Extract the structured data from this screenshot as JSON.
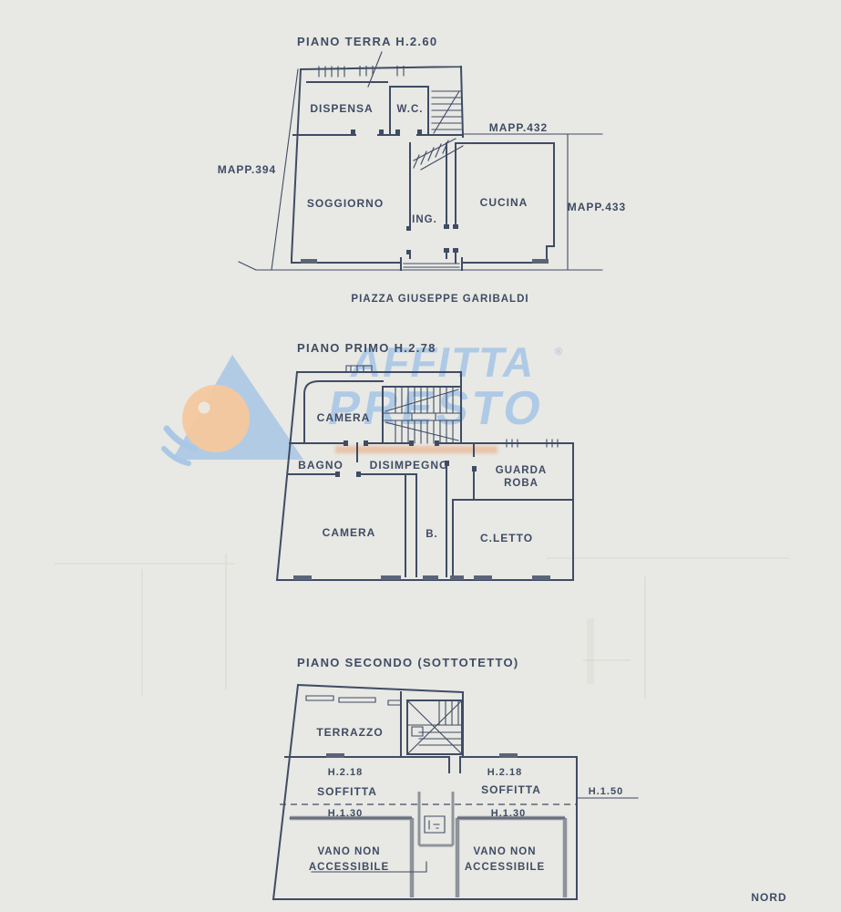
{
  "page": {
    "compass_label": "NORD"
  },
  "colors": {
    "ink": "#3f4c64",
    "sill": "#5b6477",
    "attic_wall": "#858b94",
    "watermark_blue": "#a7c7e6",
    "watermark_orange": "#f6c79c",
    "watermark_tagline_orange": "#e79a66",
    "paper": "#e8e8e4"
  },
  "watermark": {
    "word1": "AFFITTA",
    "word2": "PRESTO",
    "registered": "®"
  },
  "floor1": {
    "title": "PIANO TERRA H.2.60",
    "mapp_left": "MAPP.394",
    "mapp_top": "MAPP.432",
    "mapp_right": "MAPP.433",
    "rooms": {
      "dispensa": "DISPENSA",
      "wc": "W.C.",
      "soggiorno": "SOGGIORNO",
      "ing": "ING.",
      "cucina": "CUCINA"
    },
    "street": "PIAZZA GIUSEPPE GARIBALDI"
  },
  "floor2": {
    "title": "PIANO PRIMO H.2.78",
    "rooms": {
      "camera_nord": "CAMERA",
      "bagno": "BAGNO",
      "disimpegno": "DISIMPEGNO",
      "guarda_line1": "GUARDA",
      "guarda_line2": "ROBA",
      "camera_sud": "CAMERA",
      "bagno_b": "B.",
      "cletto": "C.LETTO"
    }
  },
  "floor3": {
    "title": "PIANO SECONDO (SOTTOTETTO)",
    "rooms": {
      "terrazzo": "TERRAZZO",
      "soffitta_sx": "SOFFITTA",
      "soffitta_dx": "SOFFITTA",
      "vano_sx_line1": "VANO NON",
      "vano_sx_line2": "ACCESSIBILE",
      "vano_dx_line1": "VANO NON",
      "vano_dx_line2": "ACCESSIBILE"
    },
    "heights": {
      "h218_sx": "H.2.18",
      "h218_dx": "H.2.18",
      "h130_sx": "H.1.30",
      "h130_dx": "H.1.30",
      "h150": "H.1.50"
    }
  }
}
